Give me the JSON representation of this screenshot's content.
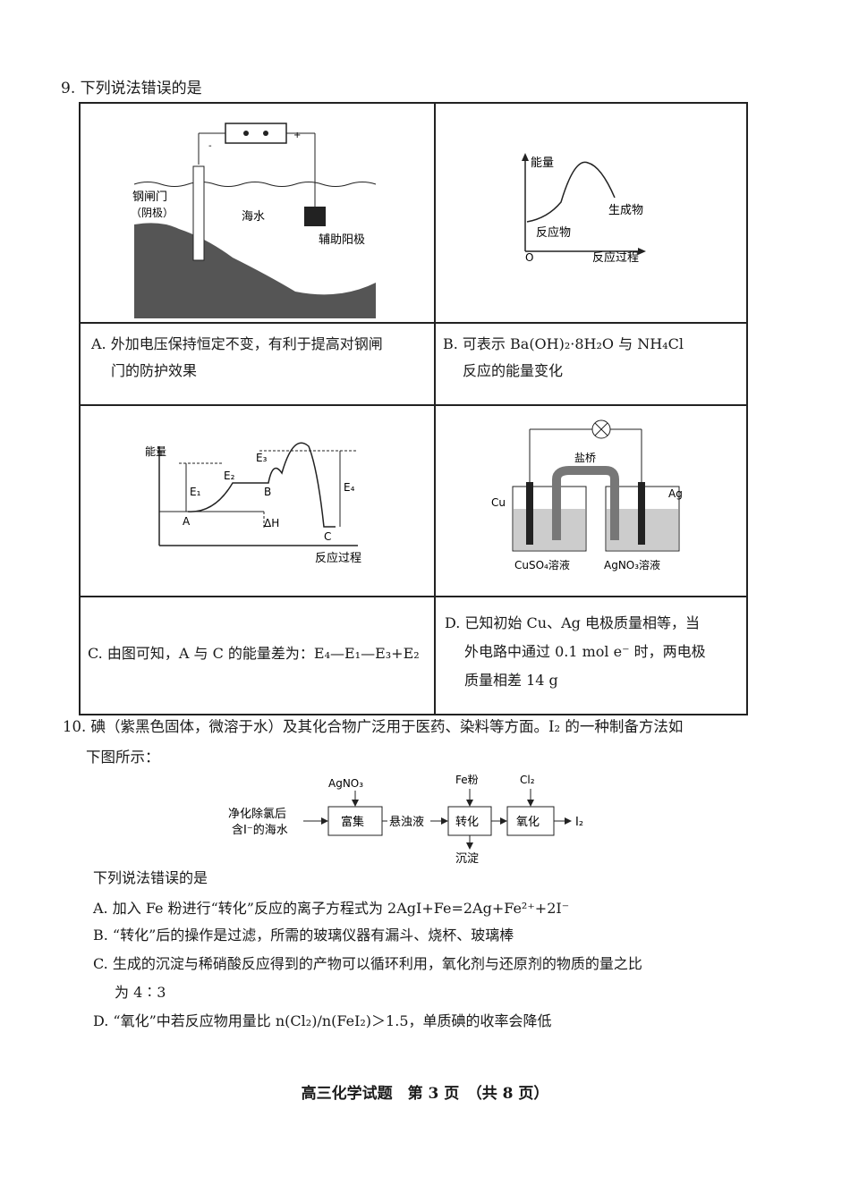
{
  "q9": {
    "title": "9. 下列说法错误的是",
    "figA": {
      "label_gate": "钢闸门",
      "label_gate2": "（阴极）",
      "label_sea": "海水",
      "label_anode": "辅助阳极",
      "minus": "-",
      "plus": "+"
    },
    "figB": {
      "ylabel": "能量",
      "product": "生成物",
      "reactant": "反应物",
      "origin": "O",
      "xlabel": "反应过程"
    },
    "figC": {
      "ylabel": "能量",
      "e1": "E₁",
      "e2": "E₂",
      "e3": "E₃",
      "e4": "E₄",
      "a": "A",
      "b": "B",
      "c": "C",
      "dh": "ΔH",
      "xlabel": "反应过程"
    },
    "figD": {
      "bridge": "盐桥",
      "cu": "Cu",
      "ag": "Ag",
      "sol1": "CuSO₄溶液",
      "sol2": "AgNO₃溶液"
    },
    "optA_1": "A. 外加电压保持恒定不变，有利于提高对钢闸",
    "optA_2": "门的防护效果",
    "optB_1": "B. 可表示 Ba(OH)₂·8H₂O 与 NH₄Cl",
    "optB_2": "反应的能量变化",
    "optC": "C. 由图可知，A 与 C 的能量差为：E₄—E₁—E₃+E₂",
    "optD_1": "D. 已知初始 Cu、Ag 电极质量相等，当",
    "optD_2": "外电路中通过 0.1 mol e⁻ 时，两电极",
    "optD_3": "质量相差 14 g"
  },
  "q10": {
    "stem_1": "10. 碘（紫黑色固体，微溶于水）及其化合物广泛用于医药、染料等方面。I₂ 的一种制备方法如",
    "stem_2": "下图所示：",
    "flow": {
      "src_1": "净化除氯后",
      "src_2": "含I⁻的海水",
      "reag1": "AgNO₃",
      "box1": "富集",
      "mid": "悬浊液",
      "reag2": "Fe粉",
      "box2": "转化",
      "ppt": "沉淀",
      "reag3": "Cl₂",
      "box3": "氧化",
      "product": "I₂"
    },
    "ask": "下列说法错误的是",
    "optA": "A. 加入 Fe 粉进行“转化”反应的离子方程式为 2AgI+Fe=2Ag+Fe²⁺+2I⁻",
    "optB": "B. “转化”后的操作是过滤，所需的玻璃仪器有漏斗、烧杯、玻璃棒",
    "optC_1": "C. 生成的沉淀与稀硝酸反应得到的产物可以循环利用，氧化剂与还原剂的物质的量之比",
    "optC_2": "为 4∶3",
    "optD": "D. “氧化”中若反应物用量比 n(Cl₂)/n(FeI₂)＞1.5，单质碘的收率会降低"
  },
  "footer": "高三化学试题　第 3 页　（共 8 页）"
}
